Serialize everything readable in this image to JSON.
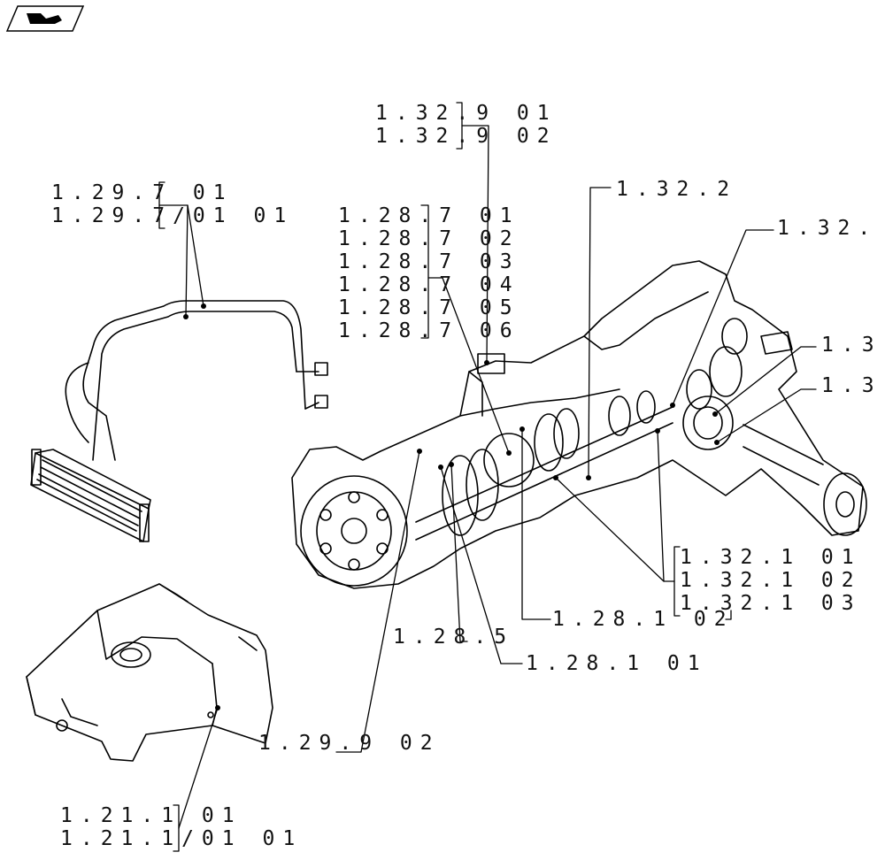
{
  "nav": {
    "icon": "back-arrow-icon"
  },
  "groups": [
    {
      "id": "g1",
      "lines": [
        "1.32.9 01",
        "1.32.9 02"
      ]
    },
    {
      "id": "g2",
      "lines": [
        "1.29.7 01",
        "1.29.7/01 01"
      ]
    },
    {
      "id": "g3",
      "lines": [
        "1.28.7 01",
        "1.28.7 02",
        "1.28.7 03",
        "1.28.7 04",
        "1.28.7 05",
        "1.28.7 06"
      ]
    },
    {
      "id": "g4",
      "lines": [
        "1.32.2"
      ]
    },
    {
      "id": "g5",
      "lines": [
        "1.32."
      ]
    },
    {
      "id": "g6",
      "lines": [
        "1.3"
      ]
    },
    {
      "id": "g7",
      "lines": [
        "1.3"
      ]
    },
    {
      "id": "g8",
      "lines": [
        "1.32.1 01",
        "1.32.1 02",
        "1.32.1 03"
      ]
    },
    {
      "id": "g9",
      "lines": [
        "1.28.1 02"
      ]
    },
    {
      "id": "g10",
      "lines": [
        "1.28.5"
      ]
    },
    {
      "id": "g11",
      "lines": [
        "1.28.1 01"
      ]
    },
    {
      "id": "g12",
      "lines": [
        "1.29.9 02"
      ]
    },
    {
      "id": "g13",
      "lines": [
        "1.21.1 01",
        "1.21.1/01 01"
      ]
    }
  ]
}
